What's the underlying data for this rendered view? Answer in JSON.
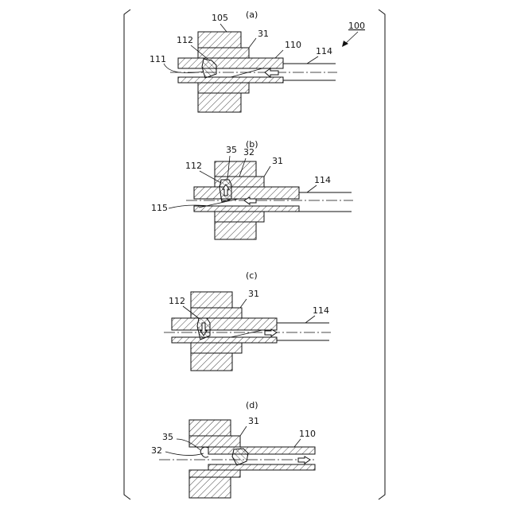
{
  "figure": {
    "ref": "100",
    "panels": [
      {
        "caption": "(a)",
        "labels": {
          "l105": "105",
          "l31": "31",
          "l112": "112",
          "l110": "110",
          "l111": "111",
          "l114": "114"
        }
      },
      {
        "caption": "(b)",
        "labels": {
          "l35": "35",
          "l32": "32",
          "l31": "31",
          "l112": "112",
          "l114": "114",
          "l115": "115"
        }
      },
      {
        "caption": "(c)",
        "labels": {
          "l112": "112",
          "l31": "31",
          "l114": "114"
        }
      },
      {
        "caption": "(d)",
        "labels": {
          "l31": "31",
          "l110": "110",
          "l35": "35",
          "l32": "32"
        }
      }
    ]
  }
}
